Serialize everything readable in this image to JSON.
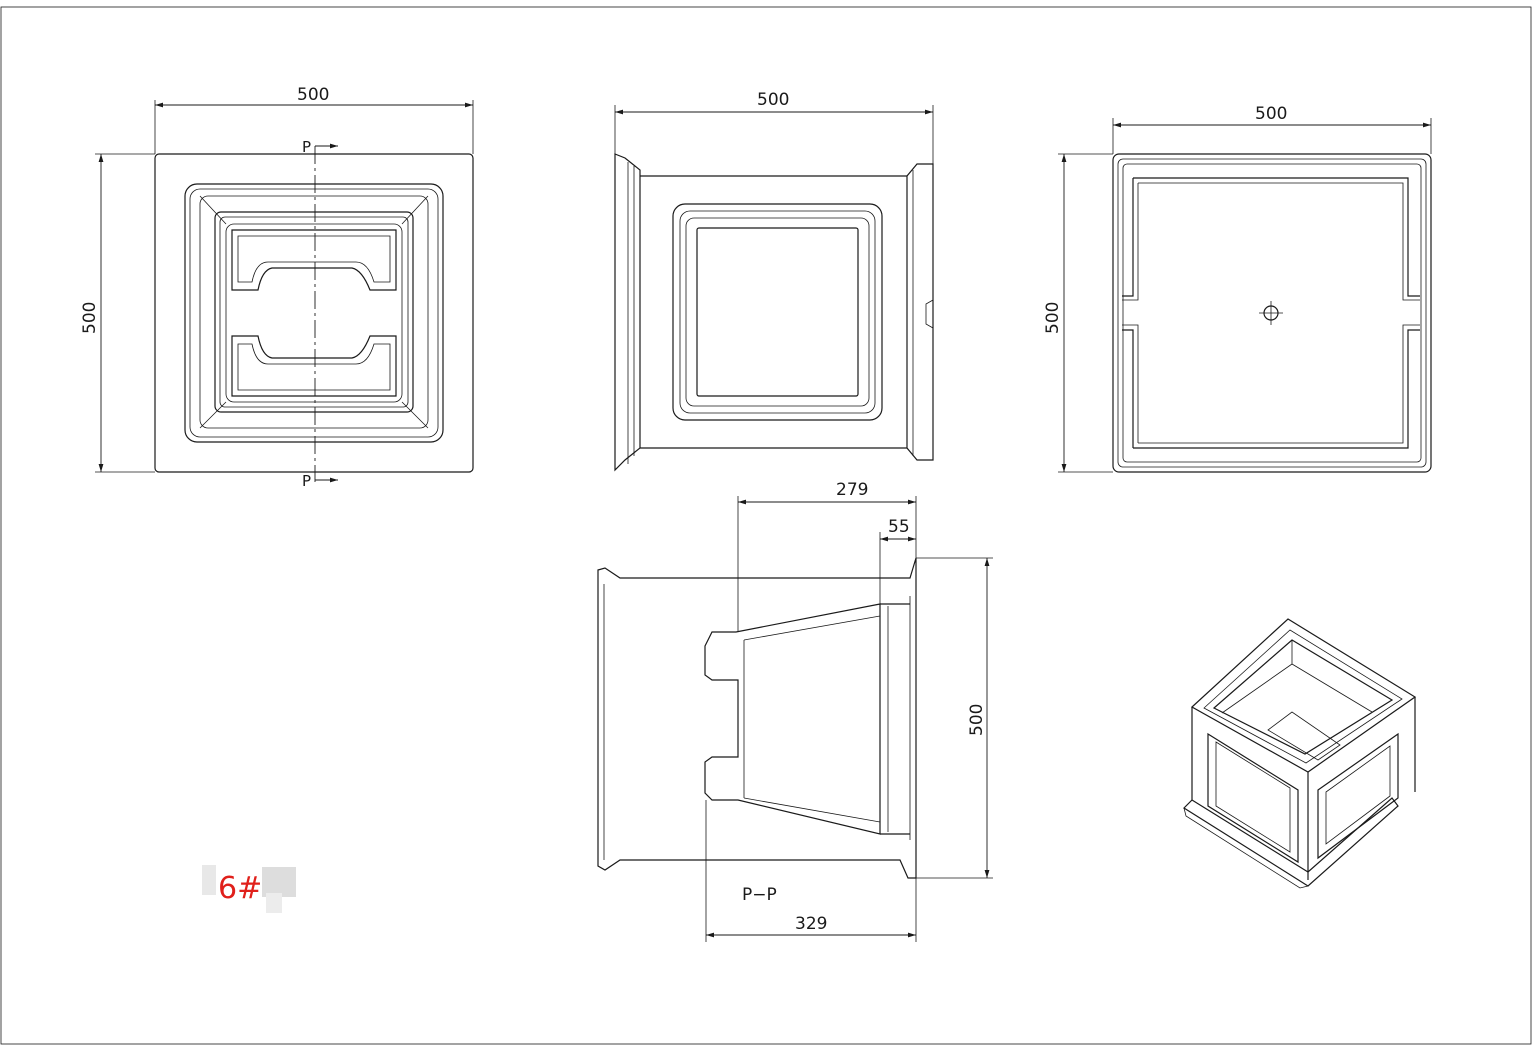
{
  "dimensions": {
    "top_view_width": "500",
    "top_view_height": "500",
    "front_view_width": "500",
    "bottom_view_width": "500",
    "bottom_view_height": "500",
    "section_width_279": "279",
    "section_width_55": "55",
    "section_height": "500",
    "section_width_329": "329"
  },
  "section": {
    "marker_top": "P",
    "marker_bottom": "P",
    "label": "P−P"
  },
  "part_tag": "6#",
  "colors": {
    "line": "#1a1a1a",
    "tag": "#e0201b",
    "background": "#ffffff"
  }
}
